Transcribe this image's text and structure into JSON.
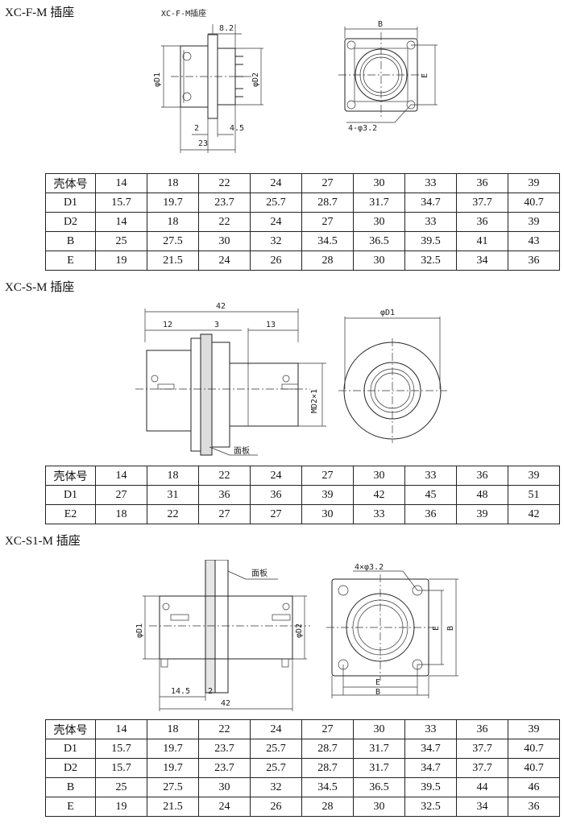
{
  "sections": [
    {
      "title": "XC-F-M 插座",
      "drawing": {
        "caption": "XC-F-M插座",
        "dims": [
          "8.2",
          "φD1",
          "φD2",
          "2",
          "4.5",
          "23",
          "B",
          "E",
          "4-φ3.2"
        ]
      },
      "rows": [
        {
          "label": "壳体号",
          "values": [
            "14",
            "18",
            "22",
            "24",
            "27",
            "30",
            "33",
            "36",
            "39"
          ]
        },
        {
          "label": "D1",
          "values": [
            "15.7",
            "19.7",
            "23.7",
            "25.7",
            "28.7",
            "31.7",
            "34.7",
            "37.7",
            "40.7"
          ]
        },
        {
          "label": "D2",
          "values": [
            "14",
            "18",
            "22",
            "24",
            "27",
            "30",
            "33",
            "36",
            "39"
          ]
        },
        {
          "label": "B",
          "values": [
            "25",
            "27.5",
            "30",
            "32",
            "34.5",
            "36.5",
            "39.5",
            "41",
            "43"
          ]
        },
        {
          "label": "E",
          "values": [
            "19",
            "21.5",
            "24",
            "26",
            "28",
            "30",
            "32.5",
            "34",
            "36"
          ]
        }
      ]
    },
    {
      "title": "XC-S-M 插座",
      "drawing": {
        "dims": [
          "42",
          "12",
          "3",
          "13",
          "MD2×1",
          "面板",
          "φD1"
        ]
      },
      "rows": [
        {
          "label": "壳体号",
          "values": [
            "14",
            "18",
            "22",
            "24",
            "27",
            "30",
            "33",
            "36",
            "39"
          ]
        },
        {
          "label": "D1",
          "values": [
            "27",
            "31",
            "36",
            "36",
            "39",
            "42",
            "45",
            "48",
            "51"
          ]
        },
        {
          "label": "E2",
          "values": [
            "18",
            "22",
            "27",
            "27",
            "30",
            "33",
            "36",
            "39",
            "42"
          ]
        }
      ]
    },
    {
      "title": "XC-S1-M 插座",
      "drawing": {
        "dims": [
          "面板",
          "φD1",
          "φD2",
          "14.5",
          "2",
          "42",
          "4×φ3.2",
          "E",
          "B",
          "E",
          "B"
        ]
      },
      "rows": [
        {
          "label": "壳体号",
          "values": [
            "14",
            "18",
            "22",
            "24",
            "27",
            "30",
            "33",
            "36",
            "39"
          ]
        },
        {
          "label": "D1",
          "values": [
            "15.7",
            "19.7",
            "23.7",
            "25.7",
            "28.7",
            "31.7",
            "34.7",
            "37.7",
            "40.7"
          ]
        },
        {
          "label": "D2",
          "values": [
            "15.7",
            "19.7",
            "23.7",
            "25.7",
            "28.7",
            "31.7",
            "34.7",
            "37.7",
            "40.7"
          ]
        },
        {
          "label": "B",
          "values": [
            "25",
            "27.5",
            "30",
            "32",
            "34.5",
            "36.5",
            "39.5",
            "44",
            "46"
          ]
        },
        {
          "label": "E",
          "values": [
            "19",
            "21.5",
            "24",
            "26",
            "28",
            "30",
            "32.5",
            "34",
            "36"
          ]
        }
      ]
    }
  ]
}
